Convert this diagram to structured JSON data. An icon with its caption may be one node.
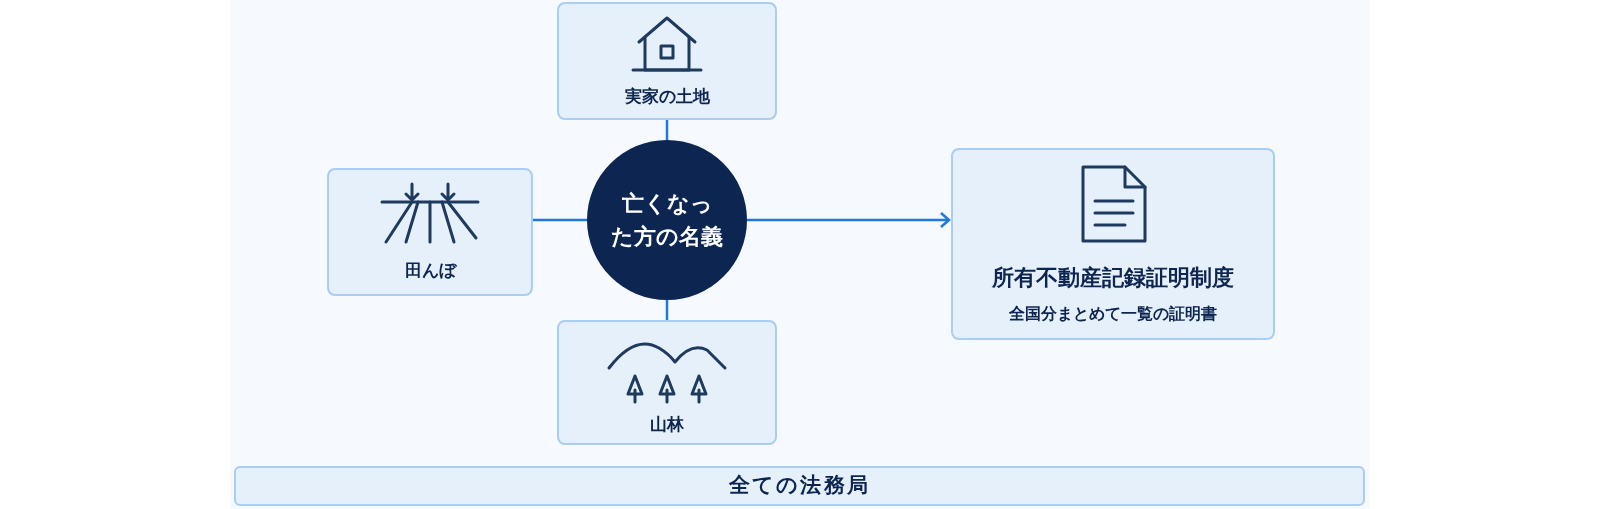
{
  "diagram": {
    "nodes": [
      {
        "text": [
          "実家の土地"
        ]
      },
      {
        "text": [
          "田んぼ"
        ]
      },
      {
        "text": [
          "亡くなった方の名義"
        ]
      },
      {
        "text": [
          "所有不動産記録証明制度",
          "全国分まとめて一覧の証明書"
        ]
      },
      {
        "text": [
          "山林"
        ]
      },
      {
        "text": [
          "全ての法務局"
        ]
      }
    ],
    "edges": [
      {
        "from": 2,
        "to": 0,
        "arrow": "none"
      },
      {
        "from": 2,
        "to": 1,
        "arrow": "none"
      },
      {
        "from": 2,
        "to": 4,
        "arrow": "none"
      },
      {
        "from": 2,
        "to": 3,
        "arrow": "to"
      }
    ]
  }
}
